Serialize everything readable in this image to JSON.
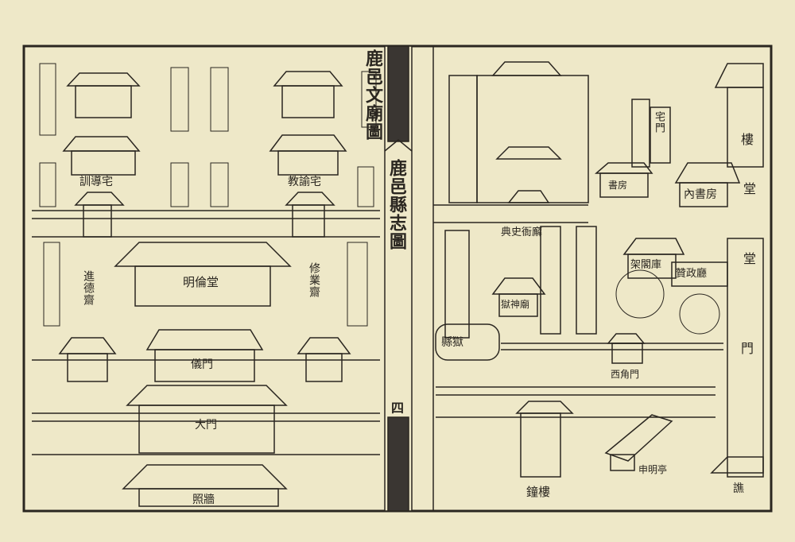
{
  "colors": {
    "paper": "#eee8c8",
    "ink": "#2a2620",
    "spine": "#3a3632"
  },
  "left_panel": {
    "title": "鹿邑文廟圖",
    "labels": {
      "xundao_residence": "訓導宅",
      "jiaoyu_residence": "教諭宅",
      "minglun_hall": "明倫堂",
      "left_study": "進德齋",
      "right_study": "修業齋",
      "ceremonial_gate": "儀門",
      "main_gate": "大門",
      "screen_wall": "照牆"
    }
  },
  "spine": {
    "title": "鹿邑縣志圖",
    "page_number": "四"
  },
  "right_panel": {
    "labels": {
      "tower": "樓",
      "inner_study": "內書房",
      "study": "書房",
      "tablet_pavilion": "宅門",
      "dianshi_office": "典史衙廨",
      "prison_shrine": "獄神廟",
      "county_prison": "縣獄",
      "archive": "架閣庫",
      "zanzheng_hall": "贊政廳",
      "hall_upper": "堂",
      "hall_lower": "堂",
      "west_side_gate": "西角門",
      "bell_tower": "鐘樓",
      "shenming_pavilion": "申明亭",
      "gate": "門",
      "bottom_right": "譙"
    }
  }
}
